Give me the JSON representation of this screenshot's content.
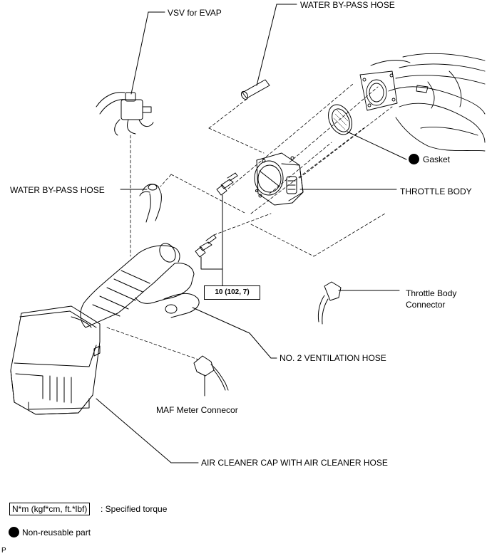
{
  "labels": {
    "vsv_evap": "VSV for EVAP",
    "water_bypass_top": "WATER BY-PASS HOSE",
    "gasket": "Gasket",
    "water_bypass_left": "WATER BY-PASS HOSE",
    "throttle_body": "THROTTLE BODY",
    "torque_value": "10 (102, 7)",
    "throttle_body_connector_line1": "Throttle Body",
    "throttle_body_connector_line2": "Connector",
    "no2_ventilation_hose": "NO. 2 VENTILATION HOSE",
    "maf_meter_connector": "MAF Meter Connecor",
    "air_cleaner_cap": "AIR CLEANER CAP WITH AIR CLEANER HOSE"
  },
  "legend": {
    "torque_unit": "N*m (kgf*cm, ft.*lbf)",
    "torque_desc": ": Specified torque",
    "nonreusable": "Non-reusable part"
  },
  "footer": {
    "code": "P"
  },
  "colors": {
    "ink": "#000000",
    "background": "#ffffff"
  }
}
